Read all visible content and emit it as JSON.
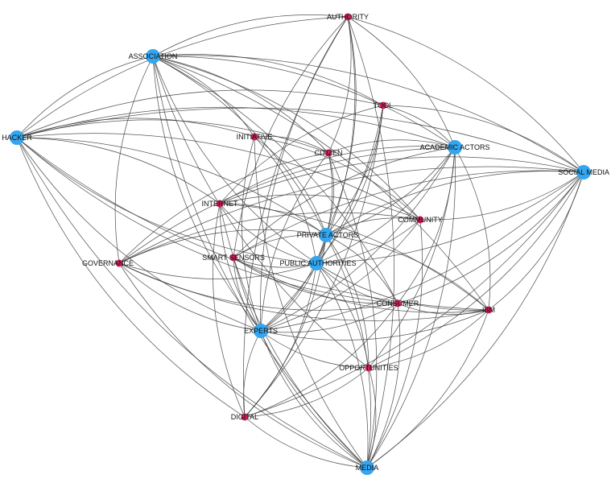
{
  "colors": {
    "big_node": "#33a6ef",
    "small_node": "#cc1f57",
    "edge": "#3a3a3a"
  },
  "nodes": [
    {
      "id": "authority",
      "label": "AUTHORITY",
      "kind": "small"
    },
    {
      "id": "association",
      "label": "ASSOCIATION",
      "kind": "big"
    },
    {
      "id": "tool",
      "label": "TOOL",
      "kind": "small"
    },
    {
      "id": "hacker",
      "label": "HACKER",
      "kind": "big"
    },
    {
      "id": "initiative",
      "label": "INITIATIVE",
      "kind": "small"
    },
    {
      "id": "citizen",
      "label": "CITIZEN",
      "kind": "small"
    },
    {
      "id": "academic-actors",
      "label": "ACADEMIC ACTORS",
      "kind": "big"
    },
    {
      "id": "social-media",
      "label": "SOCIAL MEDIA",
      "kind": "big"
    },
    {
      "id": "internet",
      "label": "INTERNET",
      "kind": "small"
    },
    {
      "id": "community",
      "label": "COMMUNITY",
      "kind": "small"
    },
    {
      "id": "private-actors",
      "label": "PRIVATE ACTORS",
      "kind": "big"
    },
    {
      "id": "smart-sensors",
      "label": "SMART SENSORS",
      "kind": "small"
    },
    {
      "id": "governance",
      "label": "GOVERNANCE",
      "kind": "small"
    },
    {
      "id": "public-authorities",
      "label": "PUBLIC AUTHORITIES",
      "kind": "big"
    },
    {
      "id": "consumer",
      "label": "CONSUMER",
      "kind": "small"
    },
    {
      "id": "ibm",
      "label": "IBM",
      "kind": "small"
    },
    {
      "id": "experts",
      "label": "EXPERTS",
      "kind": "big"
    },
    {
      "id": "opportunities",
      "label": "OPPORTUNITIES",
      "kind": "small"
    },
    {
      "id": "digital",
      "label": "DIGITAL",
      "kind": "small"
    },
    {
      "id": "media",
      "label": "MEDIA",
      "kind": "big"
    }
  ],
  "edges": [
    [
      "hacker",
      "association"
    ],
    [
      "hacker",
      "authority"
    ],
    [
      "hacker",
      "tool"
    ],
    [
      "hacker",
      "initiative"
    ],
    [
      "hacker",
      "citizen"
    ],
    [
      "hacker",
      "academic-actors"
    ],
    [
      "hacker",
      "social-media"
    ],
    [
      "hacker",
      "community"
    ],
    [
      "hacker",
      "private-actors"
    ],
    [
      "hacker",
      "public-authorities"
    ],
    [
      "hacker",
      "experts"
    ],
    [
      "hacker",
      "media"
    ],
    [
      "hacker",
      "internet"
    ],
    [
      "hacker",
      "consumer"
    ],
    [
      "hacker",
      "ibm"
    ],
    [
      "hacker",
      "digital"
    ],
    [
      "association",
      "authority"
    ],
    [
      "association",
      "tool"
    ],
    [
      "association",
      "academic-actors"
    ],
    [
      "association",
      "citizen"
    ],
    [
      "association",
      "community"
    ],
    [
      "association",
      "private-actors"
    ],
    [
      "association",
      "public-authorities"
    ],
    [
      "association",
      "consumer"
    ],
    [
      "association",
      "ibm"
    ],
    [
      "association",
      "experts"
    ],
    [
      "association",
      "media"
    ],
    [
      "association",
      "governance"
    ],
    [
      "association",
      "opportunities"
    ],
    [
      "association",
      "social-media"
    ],
    [
      "association",
      "initiative"
    ],
    [
      "authority",
      "academic-actors"
    ],
    [
      "authority",
      "social-media"
    ],
    [
      "authority",
      "private-actors"
    ],
    [
      "authority",
      "public-authorities"
    ],
    [
      "authority",
      "experts"
    ],
    [
      "authority",
      "media"
    ],
    [
      "authority",
      "digital"
    ],
    [
      "authority",
      "smart-sensors"
    ],
    [
      "authority",
      "citizen"
    ],
    [
      "tool",
      "academic-actors"
    ],
    [
      "tool",
      "public-authorities"
    ],
    [
      "tool",
      "private-actors"
    ],
    [
      "tool",
      "experts"
    ],
    [
      "tool",
      "social-media"
    ],
    [
      "tool",
      "internet"
    ],
    [
      "tool",
      "digital"
    ],
    [
      "initiative",
      "citizen"
    ],
    [
      "initiative",
      "private-actors"
    ],
    [
      "initiative",
      "public-authorities"
    ],
    [
      "initiative",
      "experts"
    ],
    [
      "initiative",
      "media"
    ],
    [
      "initiative",
      "community"
    ],
    [
      "citizen",
      "private-actors"
    ],
    [
      "citizen",
      "public-authorities"
    ],
    [
      "citizen",
      "experts"
    ],
    [
      "citizen",
      "media"
    ],
    [
      "citizen",
      "governance"
    ],
    [
      "citizen",
      "academic-actors"
    ],
    [
      "academic-actors",
      "internet"
    ],
    [
      "academic-actors",
      "private-actors"
    ],
    [
      "academic-actors",
      "public-authorities"
    ],
    [
      "academic-actors",
      "experts"
    ],
    [
      "academic-actors",
      "media"
    ],
    [
      "academic-actors",
      "ibm"
    ],
    [
      "academic-actors",
      "consumer"
    ],
    [
      "academic-actors",
      "governance"
    ],
    [
      "academic-actors",
      "smart-sensors"
    ],
    [
      "academic-actors",
      "opportunities"
    ],
    [
      "social-media",
      "private-actors"
    ],
    [
      "social-media",
      "public-authorities"
    ],
    [
      "social-media",
      "community"
    ],
    [
      "social-media",
      "ibm"
    ],
    [
      "social-media",
      "media"
    ],
    [
      "social-media",
      "digital"
    ],
    [
      "social-media",
      "consumer"
    ],
    [
      "social-media",
      "experts"
    ],
    [
      "social-media",
      "governance"
    ],
    [
      "social-media",
      "smart-sensors"
    ],
    [
      "social-media",
      "opportunities"
    ],
    [
      "social-media",
      "internet"
    ],
    [
      "internet",
      "private-actors"
    ],
    [
      "internet",
      "public-authorities"
    ],
    [
      "internet",
      "experts"
    ],
    [
      "internet",
      "media"
    ],
    [
      "internet",
      "community"
    ],
    [
      "internet",
      "ibm"
    ],
    [
      "internet",
      "digital"
    ],
    [
      "community",
      "private-actors"
    ],
    [
      "community",
      "public-authorities"
    ],
    [
      "community",
      "experts"
    ],
    [
      "community",
      "media"
    ],
    [
      "community",
      "governance"
    ],
    [
      "private-actors",
      "public-authorities"
    ],
    [
      "private-actors",
      "experts"
    ],
    [
      "private-actors",
      "media"
    ],
    [
      "private-actors",
      "consumer"
    ],
    [
      "private-actors",
      "ibm"
    ],
    [
      "private-actors",
      "smart-sensors"
    ],
    [
      "private-actors",
      "governance"
    ],
    [
      "private-actors",
      "opportunities"
    ],
    [
      "private-actors",
      "digital"
    ],
    [
      "smart-sensors",
      "public-authorities"
    ],
    [
      "smart-sensors",
      "experts"
    ],
    [
      "smart-sensors",
      "media"
    ],
    [
      "smart-sensors",
      "consumer"
    ],
    [
      "smart-sensors",
      "ibm"
    ],
    [
      "governance",
      "public-authorities"
    ],
    [
      "governance",
      "experts"
    ],
    [
      "governance",
      "media"
    ],
    [
      "governance",
      "consumer"
    ],
    [
      "governance",
      "ibm"
    ],
    [
      "public-authorities",
      "experts"
    ],
    [
      "public-authorities",
      "media"
    ],
    [
      "public-authorities",
      "consumer"
    ],
    [
      "public-authorities",
      "ibm"
    ],
    [
      "public-authorities",
      "digital"
    ],
    [
      "public-authorities",
      "opportunities"
    ],
    [
      "consumer",
      "media"
    ],
    [
      "consumer",
      "experts"
    ],
    [
      "consumer",
      "digital"
    ],
    [
      "consumer",
      "ibm"
    ],
    [
      "ibm",
      "media"
    ],
    [
      "ibm",
      "experts"
    ],
    [
      "ibm",
      "opportunities"
    ],
    [
      "experts",
      "media"
    ],
    [
      "experts",
      "digital"
    ],
    [
      "experts",
      "opportunities"
    ],
    [
      "opportunities",
      "media"
    ],
    [
      "opportunities",
      "digital"
    ],
    [
      "digital",
      "media"
    ]
  ]
}
